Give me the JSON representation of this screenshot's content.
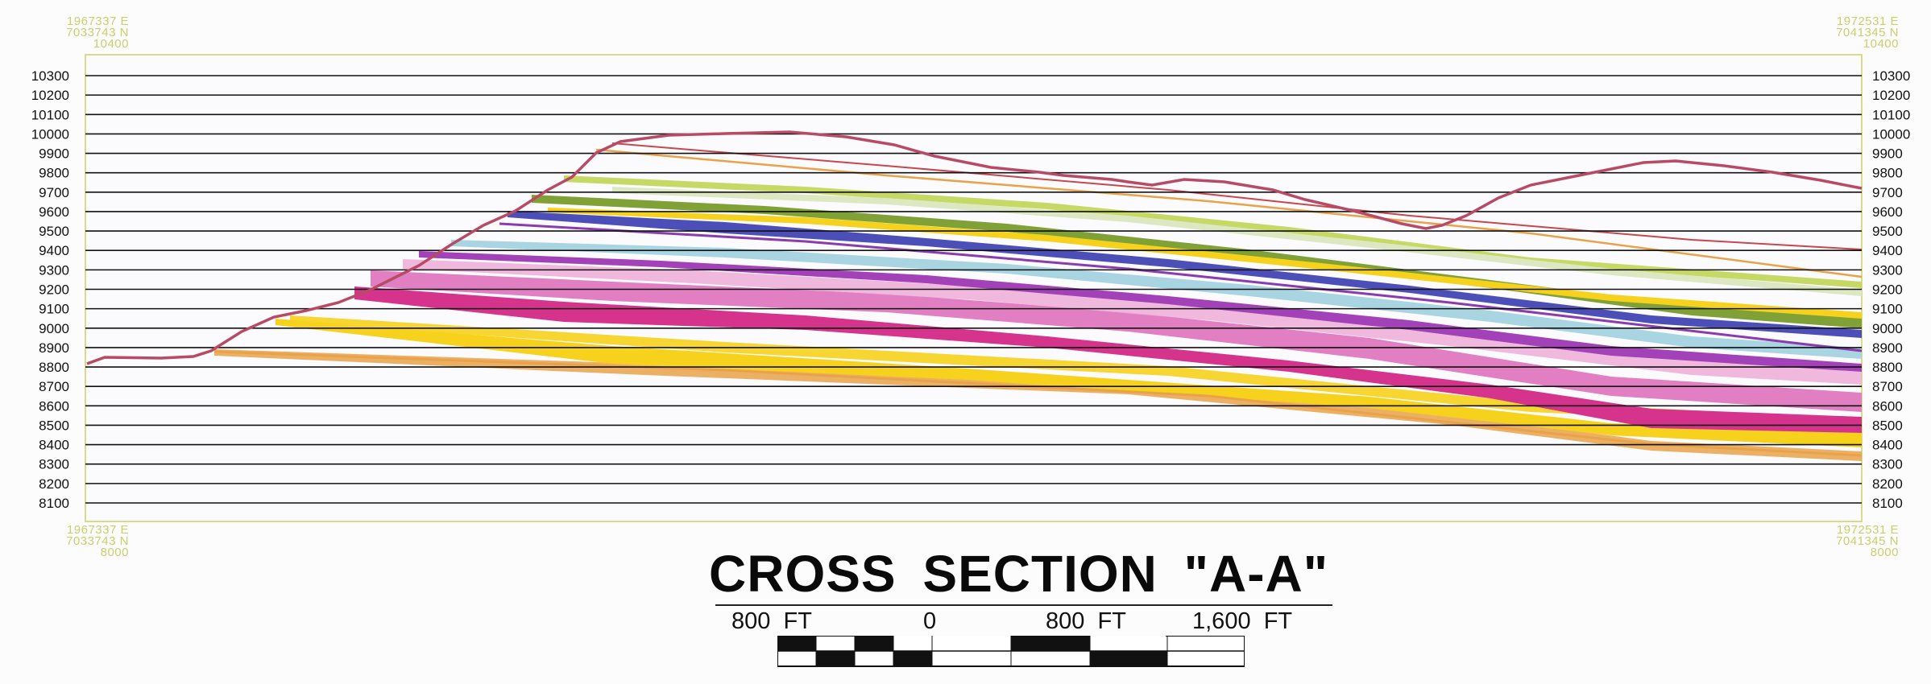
{
  "title": "CROSS SECTION \"A-A\"",
  "corners": {
    "top_left": [
      "1967337 E",
      "7033743 N",
      "10400"
    ],
    "top_right": [
      "1972531 E",
      "7041345 N",
      "10400"
    ],
    "bottom_left": [
      "1967337 E",
      "7033743 N",
      "8000"
    ],
    "bottom_right": [
      "1972531 E",
      "7041345 N",
      "8000"
    ]
  },
  "scale_bar": {
    "labels": [
      {
        "value": "800",
        "unit": "FT"
      },
      {
        "value": "0",
        "unit": ""
      },
      {
        "value": "800",
        "unit": "FT"
      },
      {
        "value": "1,600",
        "unit": "FT"
      }
    ]
  },
  "elevation_ticks": [
    10300,
    10200,
    10100,
    10000,
    9900,
    9800,
    9700,
    9600,
    9500,
    9400,
    9300,
    9200,
    9100,
    9000,
    8900,
    8800,
    8700,
    8600,
    8500,
    8400,
    8300,
    8200,
    8100
  ],
  "elevation_range": [
    8000,
    10400
  ],
  "colors": {
    "frame": "#d8db8c",
    "gridline": "#111111",
    "surface": "#b84a66",
    "magenta": "#d6338d",
    "pink": "#e17fc2",
    "purple": "#a341b8",
    "blue": "#4c4fb8",
    "light_blue": "#a9d4e2",
    "yellow": "#f7d21c",
    "orange": "#e9a24a",
    "lime": "#c6d964",
    "olive": "#7fa136",
    "pale_green": "#dde8c3"
  }
}
